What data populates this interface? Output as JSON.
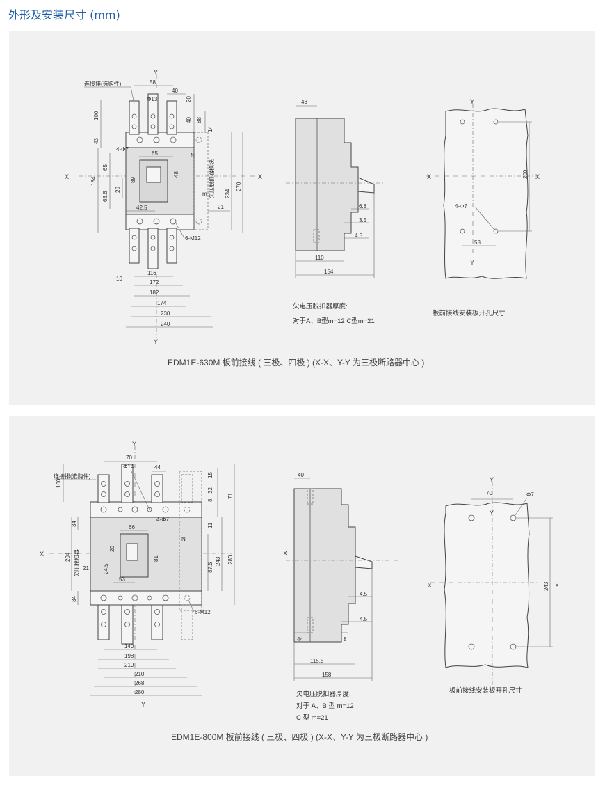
{
  "page_title": "外形及安装尺寸 (mm)",
  "panel1": {
    "caption": "EDM1E-630M 板前接线 ( 三极、四极 )    (X-X、Y-Y 为三极断路器中心 )",
    "front": {
      "axis_y_top": "Y",
      "axis_y_bottom": "Y",
      "axis_x_left": "X",
      "axis_x_right": "X",
      "connector_label": "连接排(选购件)",
      "undervoltage_label": "欠压脱扣器模块",
      "n_label": "N",
      "m_label": "m",
      "hole_label": "4-Φ7",
      "bolt_label": "6-M12",
      "phi_label": "Φ13",
      "dims": {
        "d58": "58",
        "d40": "40",
        "d20": "20",
        "d40b": "40",
        "d88": "88",
        "d14": "14",
        "d100": "100",
        "d43": "43",
        "d65": "65",
        "d65b": "65",
        "d48": "48",
        "d89": "89",
        "d29": "29",
        "d68_6": "68.6",
        "d184": "184",
        "d234": "234",
        "d270": "270",
        "d42_5": "42.5",
        "d21": "21",
        "d10": "10",
        "d116": "116",
        "d172": "172",
        "d182": "182",
        "d174": "174",
        "d230": "230",
        "d240": "240"
      }
    },
    "side": {
      "dims": {
        "d43": "43",
        "d6_8": "6.8",
        "d3_5": "3.5",
        "d4_5": "4.5",
        "d110": "110",
        "d154": "154"
      },
      "note_title": "欠电压脱扣器厚度:",
      "note_body": "对于A、B型m=12 C型m=21"
    },
    "cutout": {
      "axis_y_top": "Y",
      "axis_y_bottom": "Y",
      "axis_x_left": "X",
      "axis_x_right": "X",
      "hole_label": "4-Φ7",
      "d200": "200",
      "d58": "58",
      "caption": "板前接线安装板开孔尺寸"
    }
  },
  "panel2": {
    "caption": "EDM1E-800M 板前接线 ( 三极、四极 )    (X-X、Y-Y 为三极断路器中心 )",
    "front": {
      "axis_y_top": "Y",
      "axis_y_bottom": "Y",
      "axis_x_left": "X",
      "connector_label": "连接排(选购件)",
      "undervoltage_label": "欠压脱扣器",
      "n_label": "N",
      "hole_label": "4-Φ7",
      "bolt_label": "6-M12",
      "phi_label": "Φ14",
      "dims": {
        "d70": "70",
        "d44": "44",
        "d15": "15",
        "d32": "32",
        "d8": "8",
        "d71": "71",
        "d100": "100",
        "d34": "34",
        "d11": "11",
        "d66": "66",
        "d20": "20",
        "d81": "81",
        "d204": "204",
        "d87_5": "87.5",
        "d243": "243",
        "d280": "280",
        "d21": "21",
        "d24_5": "24.5",
        "d53": "53",
        "d34b": "34",
        "d140": "140",
        "d198": "198",
        "d210": "210",
        "d210b": "210",
        "d268": "268",
        "d280b": "280"
      }
    },
    "side": {
      "axis_x": "X",
      "dims": {
        "d40": "40",
        "d4_5": "4.5",
        "d4_5b": "4.5",
        "d44": "44",
        "d8": "8",
        "d115_5": "115.5",
        "d158": "158"
      },
      "note_title": "欠电压脱扣器厚度:",
      "note_line1": "对于 A、B 型 m=12",
      "note_line2": "C 型 m=21"
    },
    "cutout": {
      "axis_y_top": "Y",
      "axis_y_bottom": "Y",
      "axis_x_left": "x",
      "axis_x_right": "x",
      "d70": "70",
      "phi7": "Φ7",
      "d243": "243",
      "caption": "板前接线安装板开孔尺寸"
    }
  }
}
